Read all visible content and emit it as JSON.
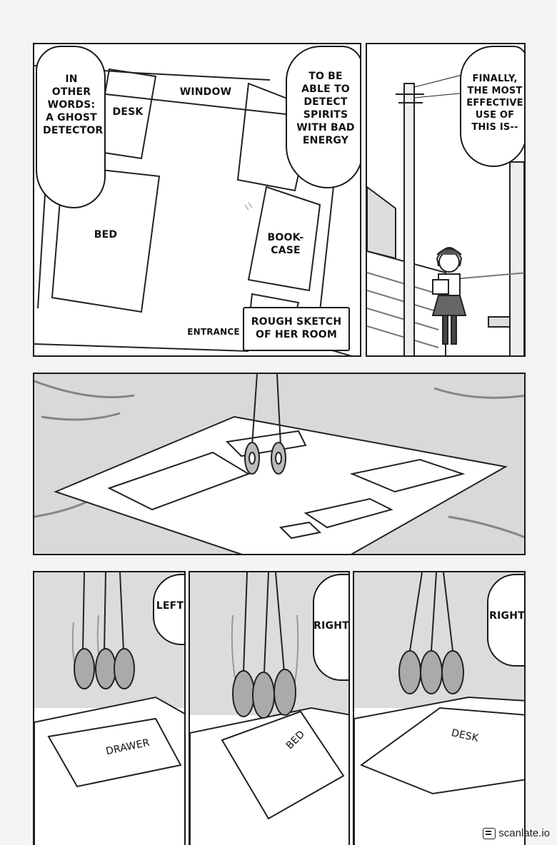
{
  "panel1": {
    "bubble_left": "IN\nOTHER\nWORDS:\nA GHOST\nDETECTOR",
    "bubble_right": "TO BE\nABLE TO\nDETECT\nSPIRITS\nWITH BAD\nENERGY",
    "labels": {
      "desk": "DESK",
      "window": "WINDOW",
      "bed": "BED",
      "bookcase": "BOOK-\nCASE",
      "entrance": "ENTRANCE"
    },
    "caption": "ROUGH SKETCH\nOF HER ROOM"
  },
  "panel2": {
    "bubble": "FINALLY,\nTHE MOST\nEFFECTIVE\nUSE OF\nTHIS IS--"
  },
  "panel4": {
    "bubble": "LEFT",
    "floor_label": "DRAWER"
  },
  "panel5": {
    "bubble": "RIGHT",
    "floor_label": "BED"
  },
  "panel6": {
    "bubble": "RIGHT",
    "floor_label": "DESK"
  },
  "watermark": {
    "text": "scanlate.io",
    "icon": "scanlate-logo-icon"
  }
}
